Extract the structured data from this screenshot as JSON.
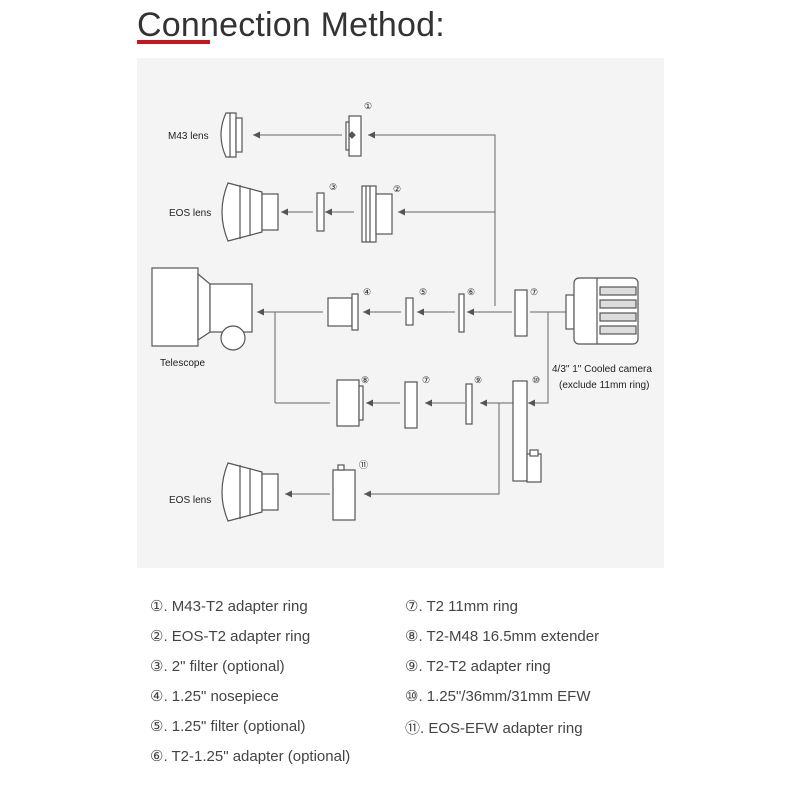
{
  "title": "Connection Method:",
  "diagram": {
    "labels": {
      "m43_lens": "M43 lens",
      "eos_lens_top": "EOS lens",
      "telescope": "Telescope",
      "camera_line1": "4/3\" 1\" Cooled camera",
      "camera_line2": "(exclude 11mm ring)",
      "eos_lens_bottom": "EOS lens"
    },
    "markers": [
      "①",
      "②",
      "③",
      "④",
      "⑤",
      "⑥",
      "⑦",
      "⑦",
      "⑧",
      "⑨",
      "⑩",
      "⑪"
    ]
  },
  "legend": {
    "left": [
      "①. M43-T2 adapter ring",
      "②. EOS-T2 adapter ring",
      "③. 2\" filter (optional)",
      "④. 1.25\" nosepiece",
      "⑤. 1.25\" filter (optional)",
      "⑥. T2-1.25\" adapter (optional)"
    ],
    "right": [
      "⑦. T2 11mm ring",
      "⑧. T2-M48 16.5mm extender",
      "⑨. T2-T2 adapter ring",
      "⑩. 1.25\"/36mm/31mm EFW",
      "⑪. EOS-EFW adapter ring"
    ]
  }
}
